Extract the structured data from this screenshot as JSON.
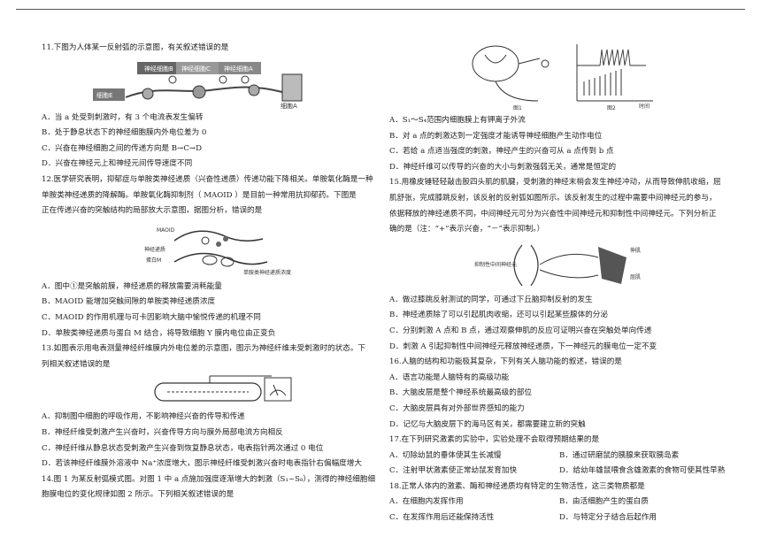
{
  "q11": {
    "stem": "11.下图为人体某一反射弧的示意图，有关叙述错误的是",
    "fig": {
      "neuron_c": "神经细胞C",
      "neuron_b": "神经细胞B",
      "neuron_a": "神经细胞A",
      "cell_e": "细胞E",
      "cell_a": "细胞A"
    },
    "options": [
      "A．当 a 处受到刺激时，有 3 个电流表发生偏转",
      "B．处于静息状态下的神经细胞膜内外电位差为 0",
      "C．兴奋在神经细胞之间的传递方向是 B→C→D",
      "D．兴奋在神经元上和神经元间传导速度不同"
    ]
  },
  "q12": {
    "stem": [
      "12.医学研究表明，抑郁症与单胺类神经递质（兴奋性递质）传递功能下降相关。单胺氧化酶是一种",
      "单胺类神经递质的降解酶。单胺氧化酶抑制剂（ MAOID ）是目前一种常用抗抑郁药。下图是",
      "正在传递兴奋的突触结构的局部放大示意图，据图分析，错误的是"
    ],
    "fig": {
      "l1": "MAOID",
      "l2": "神经递质",
      "l3": "蛋白M",
      "l4": "单胺类神经递质浓度"
    },
    "options": [
      "A．图中①是突触前膜，神经递质的释放需要消耗能量",
      "B．MAOID 能增加突触间隙的单胺类神经递质浓度",
      "C．MAOID 的作用机理与可卡因影响大脑中愉悦传递的机理不同",
      "D．单胺类神经递质与蛋白 M 结合，将导致细胞 Y 膜内电位由正变负"
    ]
  },
  "q13": {
    "stem": [
      "13.如图表示用电表测量神经纤维膜内外电位差的示意图，图示为神经纤维未受刺激时的状态。下",
      "列相关叙述错误的是"
    ],
    "options": [
      "A．抑制图中细胞的呼吸作用，不影响神经兴奋的传导和传递",
      "B．神经纤维受刺激产生兴奋时，兴奋传导方向与膜外局部电流方向相反",
      "C．神经纤维从静息状态受刺激产生兴奋到恢复静息状态，电表指针两次通过 0 电位",
      "D．若该神经纤维膜外溶液中 Na⁺浓度增大，图示神经纤维受刺激兴奋时电表指针右偏幅度增大"
    ]
  },
  "q14": {
    "stem": [
      "14.图 1 为某反射弧模式图。对图 1 中 a 点施加强度逐渐增大的刺激（S₁~S₈），测得的神经细胞细",
      "胞膜电位的变化规律如图 2 所示。下列相关叙述错误的是"
    ],
    "fig": {
      "fig1": "图1",
      "fig2": "图2",
      "time": "时间"
    },
    "options": [
      "A．S₁～S₄范围内细胞膜上有钾离子外流",
      "B．对 a 点的刺激达到一定强度才能诱导神经细胞产生动作电位",
      "C．若给 a 点适当强度的刺激，神经产生的兴奋可从 a 点传到 b 点",
      "D．神经纤维可以传导的兴奋的大小与刺激强弱无关，通常是恒定的"
    ]
  },
  "q15": {
    "stem": [
      "15.用橡皮锤轻轻敲击股四头肌的肌腱，受刺激的神经末梢会发生神经冲动，从而导致伸肌收缩，屈",
      "肌舒张，完成膝跳反射，该反射的反射弧如图所示。该反射发生的过程中需要中间神经元的参与，",
      "依据释放的神经递质不同，中间神经元可分为兴奋性中间神经元和抑制性中间神经元。下列分析正",
      "确的是（注：“+”表示兴奋，“－”表示抑制。）"
    ],
    "fig": {
      "inhibit": "抑制性中间神经元",
      "extensor": "伸肌",
      "flexor": "屈肌"
    },
    "options": [
      "A．做过膝跳反射测试的同学，可通过下丘脑抑制反射的发生",
      "B．神经递质除了可以引起肌肉收缩，还可以引起某些腺体的分泌",
      "C．分别刺激 A 点和 B 点，通过观察伸肌的反应可证明兴奋在突触处单向传递",
      "D．刺激 A 引起抑制性中间神经元释放神经递质，下一神经元的膜电位一定不变"
    ]
  },
  "q16": {
    "stem": "16.人脑的结构和功能极其复杂，下列有关人脑功能的叙述，错误的是",
    "options": [
      "A．语言功能是人脑特有的高级功能",
      "B．大脑皮层是整个神经系统最高级的部位",
      "C．大脑皮层具有对外部世界感知的能力",
      "D．记忆与大脑皮层下的海马区有关，都需要建立新的突触"
    ]
  },
  "q17": {
    "stem": "17.在下列研究激素的实验中，实验处理不会取得预期结果的是",
    "options": [
      [
        "A．切除幼鼠的垂体使其生长减慢",
        "B．通过研磨鼠的胰腺来获取胰岛素"
      ],
      [
        "C．注射甲状激素使正常幼鼠发育加快",
        "D．给幼年雄鼠喂食含雄激素的食物可使其性早熟"
      ]
    ]
  },
  "q18": {
    "stem": "18.正常人体内的激素、酶和神经递质均有特定的生物活性，这三类物质都是",
    "options": [
      [
        "A．在细胞内发挥作用",
        "B．由活细胞产生的蛋白质"
      ],
      [
        "C．在发挥作用后还能保持活性",
        "D．与特定分子结合后起作用"
      ]
    ]
  }
}
